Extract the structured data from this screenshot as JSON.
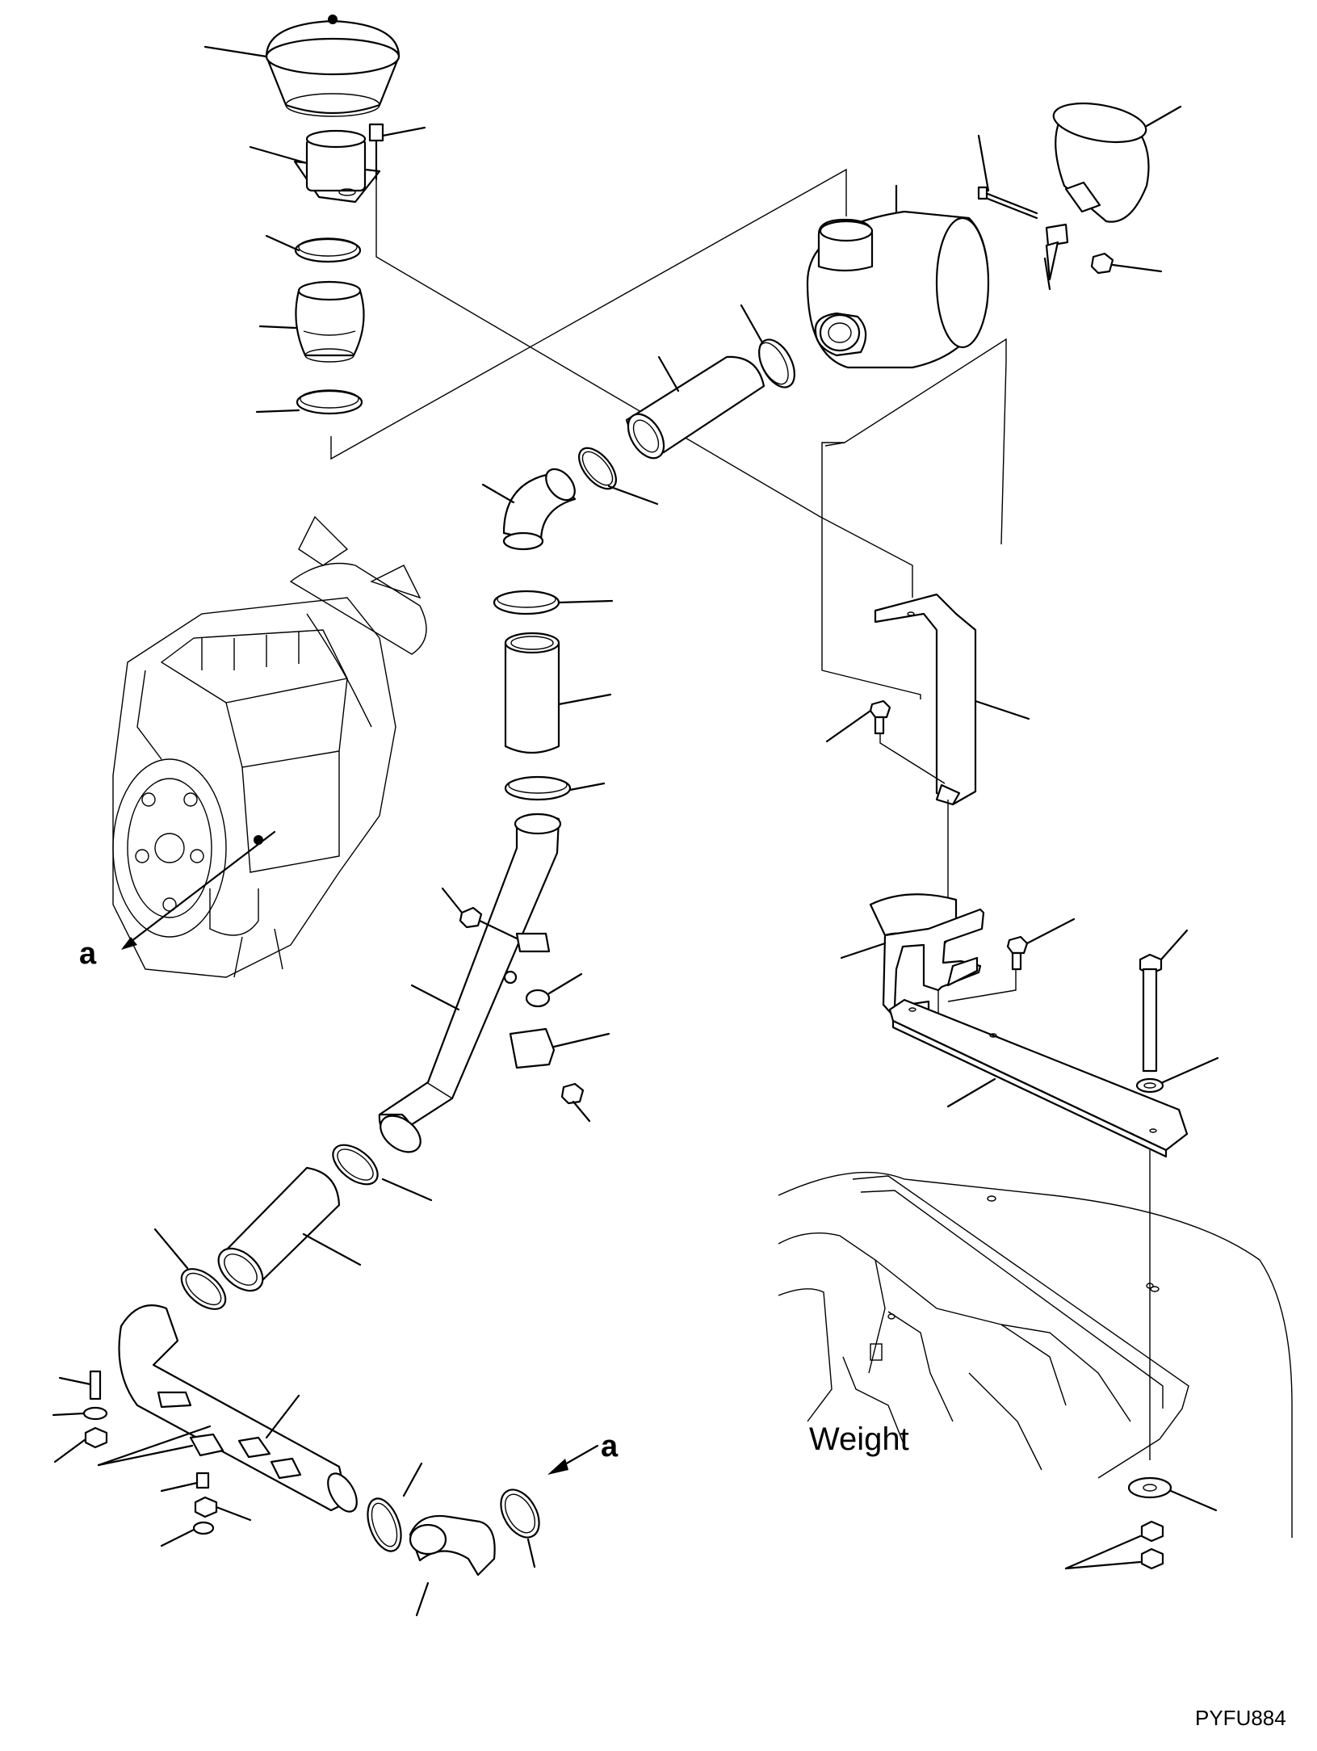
{
  "labels": {
    "view_marker_1": "a",
    "view_marker_2": "a",
    "weight": "Weight",
    "drawing_code": "PYFU884"
  },
  "icons": [
    "air-cleaner-cap",
    "hose-clamp",
    "intake-pipe",
    "air-cleaner-body",
    "bracket",
    "bolt",
    "nut",
    "washer",
    "engine"
  ]
}
